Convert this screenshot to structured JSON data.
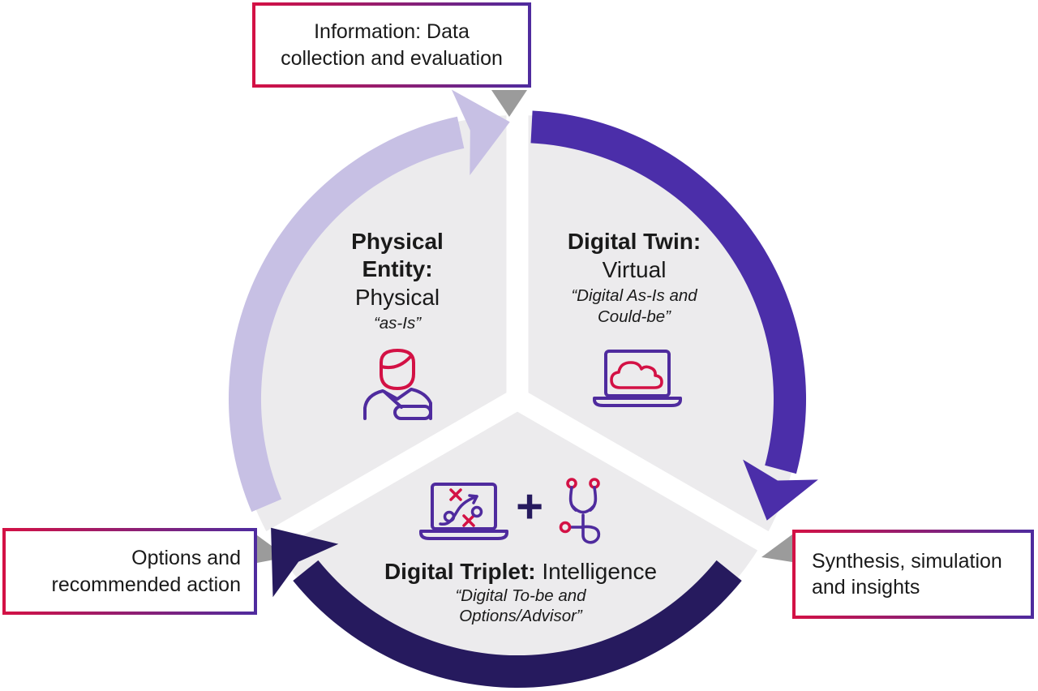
{
  "colors": {
    "crimson": "#D31145",
    "purple": "#4F2B9E",
    "arc_lavender": "#C7C0E4",
    "arc_purple": "#4B2EA9",
    "arc_navy": "#261A5E",
    "slice_gray": "#ECEBED",
    "pointer_gray": "#9B9B9B",
    "text": "#1A1A1A"
  },
  "callouts": {
    "top": "Information: Data\ncollection and evaluation",
    "left": "Options and\nrecommended action",
    "right": "Synthesis, simulation\nand insights"
  },
  "segments": {
    "physical": {
      "title": "Physical\nEntity:",
      "subtitle": "Physical",
      "quote": "“as-Is”"
    },
    "twin": {
      "title": "Digital Twin:",
      "subtitle": "Virtual",
      "quote": "“Digital As-Is and\nCould-be”"
    },
    "triplet": {
      "title_bold": "Digital Triplet:",
      "title_regular": " Intelligence",
      "quote": "“Digital To-be and\nOptions/Advisor”",
      "plus": "+"
    }
  }
}
